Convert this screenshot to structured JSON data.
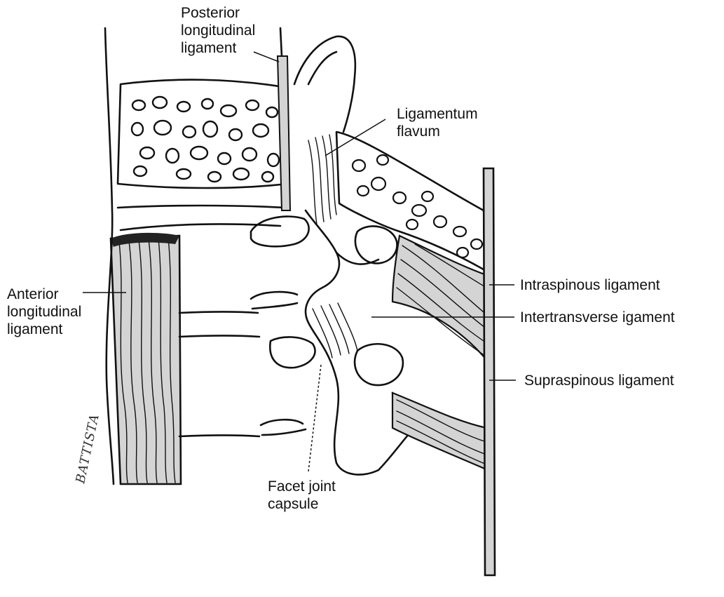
{
  "labels": {
    "posterior_longitudinal": [
      "Posterior",
      "longitudinal",
      "ligament"
    ],
    "ligamentum_flavum": [
      "Ligamentum",
      "flavum"
    ],
    "anterior_longitudinal": [
      "Anterior",
      "longitudinal",
      "ligament"
    ],
    "intraspinous": "Intraspinous ligament",
    "intertransverse": "Intertransverse igament",
    "supraspinous": "Supraspinous ligament",
    "facet_capsule": [
      "Facet joint",
      "capsule"
    ]
  },
  "signature": "BATTISTA",
  "colors": {
    "ink": "#111111",
    "ligament_fill": "#d4d4d4",
    "background": "#ffffff"
  }
}
